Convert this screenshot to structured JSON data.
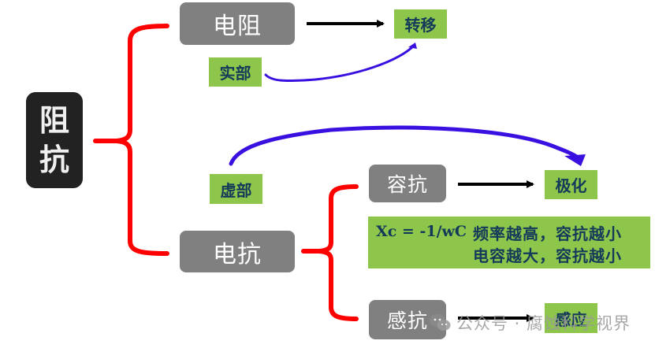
{
  "root": {
    "label_line1": "阻",
    "label_line2": "抗"
  },
  "resistance": {
    "label": "电阻",
    "arrow_target": "转移"
  },
  "real_part": {
    "label": "实部"
  },
  "imag_part": {
    "label": "虚部"
  },
  "reactance": {
    "label": "电抗"
  },
  "capacitive": {
    "label": "容抗",
    "arrow_target": "极化"
  },
  "formula": {
    "equation": "Xc = -1/wC",
    "line1": "频率越高，容抗越小",
    "line2": "电容越大，容抗越小"
  },
  "inductive": {
    "label": "感抗",
    "arrow_target": "感应"
  },
  "watermark": {
    "text": "公众号 · 腐蚀科学视界",
    "icon": "wechat-icon"
  },
  "colors": {
    "brace": "#ff0000",
    "curve_arrow": "#3a10e0",
    "node_gray": "#808080",
    "node_dark": "#222222",
    "node_green": "#8dc64a",
    "text_dark_blue": "#143a5a"
  }
}
